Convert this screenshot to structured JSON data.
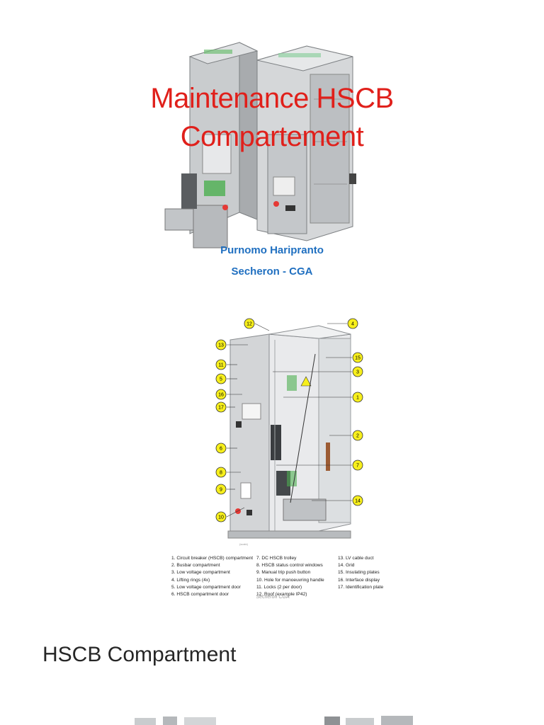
{
  "slide1": {
    "title_line1": "Maintenance HSCB",
    "title_line2": "Compartement",
    "author": "Purnomo Haripranto",
    "organization": "Secheron - CGA",
    "accent_color": "#e0201b",
    "author_color": "#1f6fc0"
  },
  "slide2": {
    "callouts": [
      "12",
      "4",
      "13",
      "15",
      "11",
      "3",
      "5",
      "16",
      "1",
      "17",
      "2",
      "6",
      "7",
      "8",
      "9",
      "14",
      "10"
    ],
    "legend": [
      "1.  Circuit breaker (HSCB) compartment",
      "2.  Busbar compartment",
      "3.  Low voltage compartment",
      "4.  Lifting rings (4x)",
      "5.  Low voltage compartment door",
      "6.  HSCB compartment door",
      "7.  DC HSCB trolley",
      "8.  HSCB status control windows",
      "9.  Manual trip push button",
      "10. Hole for manoeuvring handle",
      "11. Locks (2 per door)",
      "12. Roof (example IP42)",
      "13. LV cable duct",
      "14. Grid",
      "15. Insulating plates",
      "16. Interface display",
      "17. Identification plate"
    ],
    "footer": "Secheron CGA",
    "scale_label": "(scale)"
  },
  "slide3": {
    "title": "HSCB Compartment"
  }
}
